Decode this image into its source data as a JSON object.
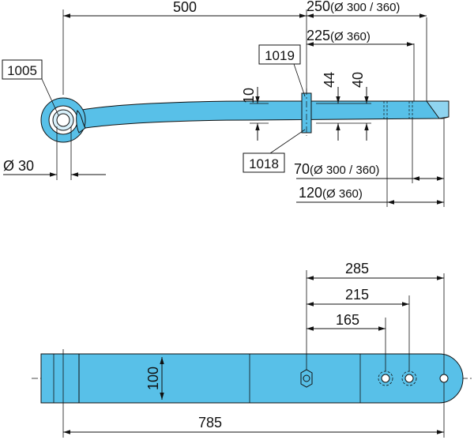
{
  "side_view": {
    "dim_500": "500",
    "dim_250": "250",
    "dim_250_note": "(Ø 300 / 360)",
    "dim_225": "225",
    "dim_225_note": "(Ø 360)",
    "dim_10": "10",
    "dim_44": "44",
    "dim_40": "40",
    "dim_dia30": "Ø 30",
    "dim_70": "70",
    "dim_70_note": "(Ø 300 / 360)",
    "dim_120": "120",
    "dim_120_note": "(Ø 360)",
    "part_1005": "1005",
    "part_1019": "1019",
    "part_1018": "1018"
  },
  "top_view": {
    "dim_285": "285",
    "dim_215": "215",
    "dim_165": "165",
    "dim_100": "100",
    "dim_785": "785"
  },
  "colors": {
    "part_fill": "#58c0e8",
    "line": "#111111"
  }
}
